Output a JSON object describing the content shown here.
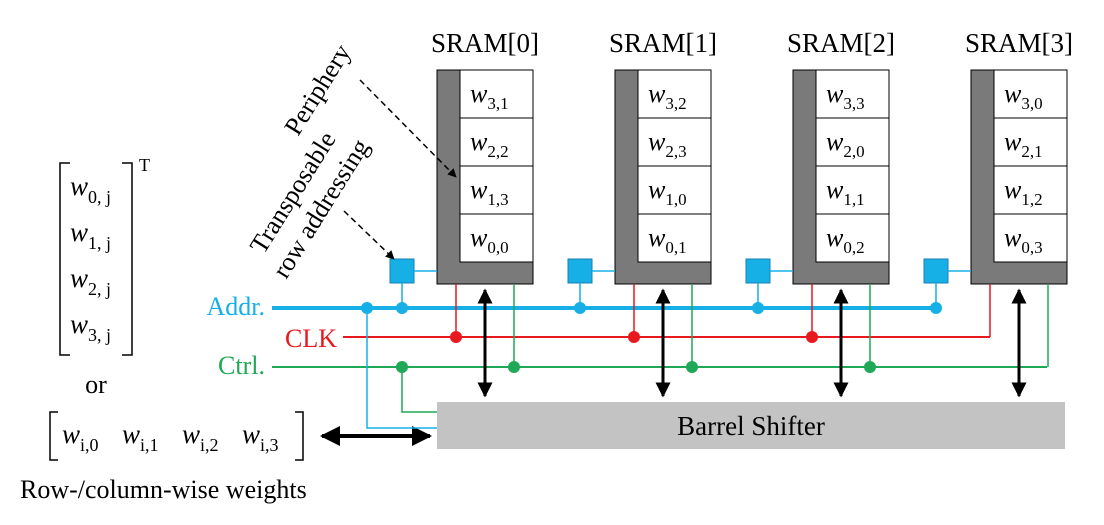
{
  "sram_titles": [
    "SRAM[0]",
    "SRAM[1]",
    "SRAM[2]",
    "SRAM[3]"
  ],
  "weight_cells": [
    [
      [
        "3",
        "1"
      ],
      [
        "2",
        "2"
      ],
      [
        "1",
        "3"
      ],
      [
        "0",
        "0"
      ]
    ],
    [
      [
        "3",
        "2"
      ],
      [
        "2",
        "3"
      ],
      [
        "1",
        "0"
      ],
      [
        "0",
        "1"
      ]
    ],
    [
      [
        "3",
        "3"
      ],
      [
        "2",
        "0"
      ],
      [
        "1",
        "1"
      ],
      [
        "0",
        "2"
      ]
    ],
    [
      [
        "3",
        "0"
      ],
      [
        "2",
        "1"
      ],
      [
        "1",
        "2"
      ],
      [
        "0",
        "3"
      ]
    ]
  ],
  "weight_symbol": "w",
  "labels": {
    "periphery": "Periphery",
    "transposable_line1": "Transposable",
    "transposable_line2": "row addressing",
    "addr": "Addr.",
    "clk": "CLK",
    "ctrl": "Ctrl.",
    "barrel_shifter": "Barrel Shifter",
    "or": "or",
    "caption": "Row-/column-wise weights",
    "transpose_mark": "T"
  },
  "column_vector_subs": [
    "0, j",
    "1, j",
    "2, j",
    "3, j"
  ],
  "row_vector_subs": [
    "i,0",
    "i,1",
    "i,2",
    "i,3"
  ],
  "colors": {
    "addr": "#16b0e6",
    "clk": "#e8191e",
    "ctrl": "#1fa855",
    "periphery": "#7a7a7a",
    "barrel": "#c3c3c3",
    "line": "#000000"
  }
}
